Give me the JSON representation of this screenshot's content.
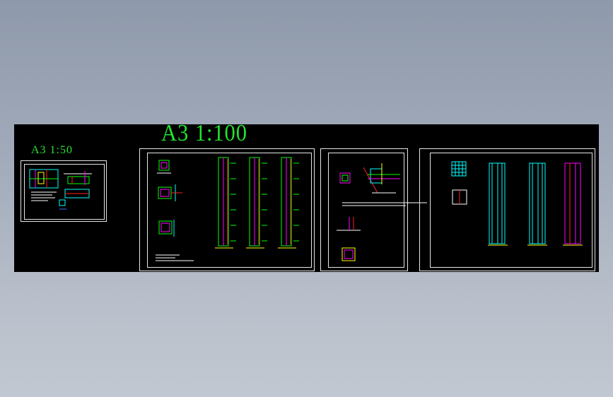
{
  "drawing": {
    "small_sheet_label": "A3  1:50",
    "large_sheet_label": "A3  1:100"
  },
  "colors": {
    "background_gradient_top": "#8e99ab",
    "model_space": "#000000",
    "sheet_frame": "#e6e6e6",
    "title_green": "#22e22e",
    "line_green": "#00ff00",
    "line_cyan": "#00ffff",
    "line_magenta": "#ff00ff",
    "line_red": "#ff2020",
    "line_yellow": "#ffff00",
    "line_white": "#ffffff",
    "line_blue": "#3a6bff"
  },
  "sheets": [
    {
      "id": "sheet-1",
      "content": "foundation-and-wall-details"
    },
    {
      "id": "sheet-2",
      "content": "column-sections-and-elevations"
    },
    {
      "id": "sheet-3",
      "content": "joint-details"
    },
    {
      "id": "sheet-4",
      "content": "wall-reinforcement-elevations"
    }
  ]
}
